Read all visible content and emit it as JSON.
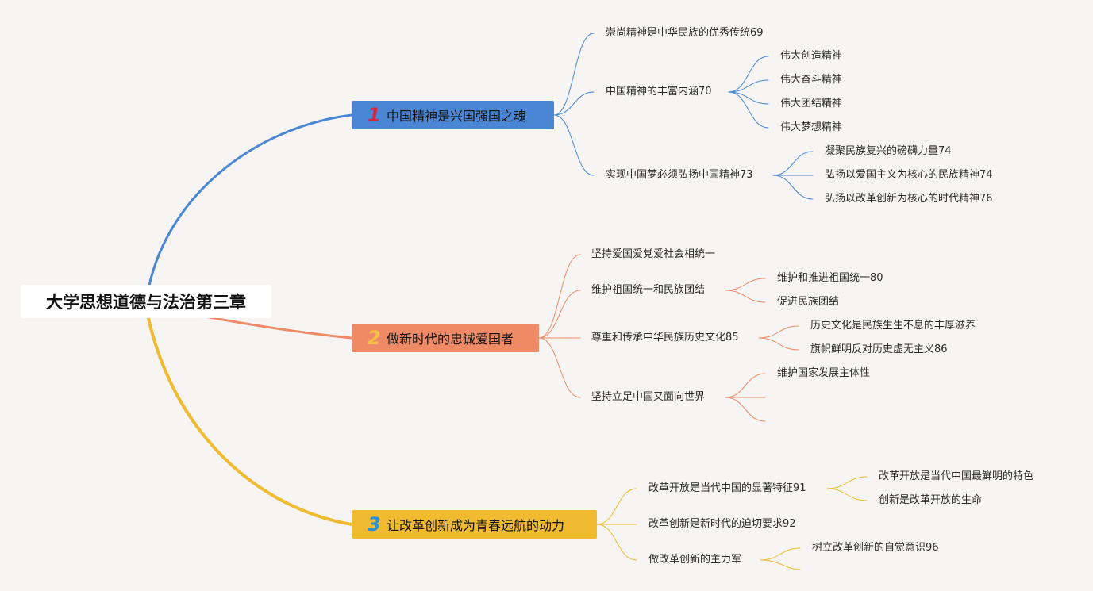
{
  "root": {
    "title": "大学思想道德与法治第三章"
  },
  "colors": {
    "branch1": "#4a86d4",
    "branch2": "#ee8a66",
    "branch3": "#f0bb30",
    "num1": "#d8253a",
    "num2": "#f6c244",
    "num3": "#2e8fd0"
  },
  "branches": [
    {
      "number": "1",
      "title": "中国精神是兴国强国之魂",
      "children": [
        {
          "label": "崇尚精神是中华民族的优秀传统69",
          "children": []
        },
        {
          "label": "中国精神的丰富内涵70",
          "children": [
            "伟大创造精神",
            "伟大奋斗精神",
            "伟大团结精神",
            "伟大梦想精神"
          ]
        },
        {
          "label": "实现中国梦必须弘扬中国精神73",
          "children": [
            "凝聚民族复兴的磅礴力量74",
            "弘扬以爱国主义为核心的民族精神74",
            "弘扬以改革创新为核心的时代精神76"
          ]
        }
      ]
    },
    {
      "number": "2",
      "title": "做新时代的忠诚爱国者",
      "children": [
        {
          "label": "坚持爱国爱党爱社会相统一",
          "children": []
        },
        {
          "label": "维护祖国统一和民族团结",
          "children": [
            "维护和推进祖国统一80",
            "促进民族团结"
          ]
        },
        {
          "label": "尊重和传承中华民族历史文化85",
          "children": [
            "历史文化是民族生生不息的丰厚滋养",
            "旗帜鲜明反对历史虚无主义86"
          ]
        },
        {
          "label": "坚持立足中国又面向世界",
          "children": [
            "维护国家发展主体性",
            "",
            ""
          ]
        }
      ]
    },
    {
      "number": "3",
      "title": "让改革创新成为青春远航的动力",
      "children": [
        {
          "label": "改革开放是当代中国的显著特征91",
          "children": [
            "改革开放是当代中国最鲜明的特色",
            "创新是改革开放的生命"
          ]
        },
        {
          "label": "改革创新是新时代的迫切要求92",
          "children": []
        },
        {
          "label": "做改革创新的主力军",
          "children": [
            "树立改革创新的自觉意识96"
          ]
        }
      ]
    }
  ]
}
